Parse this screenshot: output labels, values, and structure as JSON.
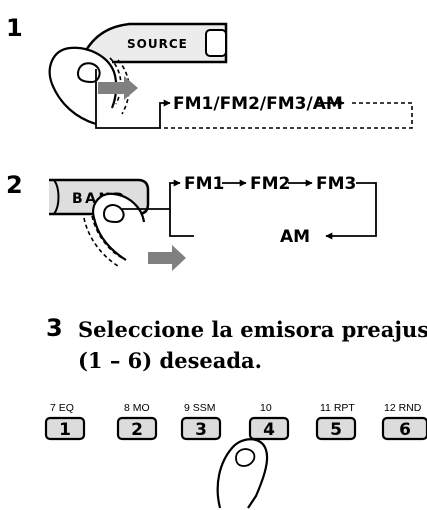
{
  "steps": [
    {
      "number": "1",
      "button_label": "SOURCE",
      "flow_text": "FM1/FM2/FM3/AM"
    },
    {
      "number": "2",
      "button_label": "BAND",
      "flow": {
        "fm1": "FM1",
        "fm2": "FM2",
        "fm3": "FM3",
        "am": "AM"
      }
    },
    {
      "number": "3",
      "instruction_line1": "Seleccione la emisora preajustada",
      "instruction_line2": "(1 – 6) deseada."
    }
  ],
  "preset_buttons": [
    {
      "label": "7 EQ",
      "number": "1"
    },
    {
      "label": "8 MO",
      "number": "2"
    },
    {
      "label": "9 SSM",
      "number": "3"
    },
    {
      "label": "10",
      "number": "4"
    },
    {
      "label": "11 RPT",
      "number": "5"
    },
    {
      "label": "12 RND",
      "number": "6"
    }
  ],
  "colors": {
    "ink": "#000000",
    "arrow_gray": "#808080",
    "button_fill": "#dcdcdc",
    "paper": "#ffffff"
  }
}
